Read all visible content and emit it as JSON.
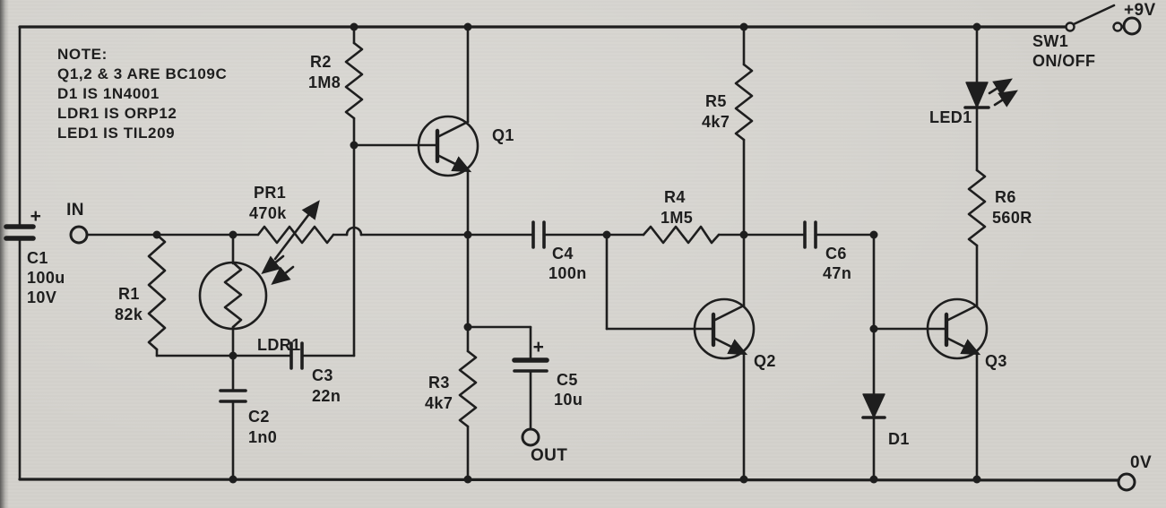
{
  "note": {
    "heading": "NOTE:",
    "lines": [
      "Q1,2 & 3 ARE BC109C",
      "D1 IS 1N4001",
      "LDR1 IS ORP12",
      "LED1 IS TIL209"
    ]
  },
  "rails": {
    "positive": "+9V",
    "ground": "0V"
  },
  "terminals": {
    "input": "IN",
    "output": "OUT"
  },
  "switch": {
    "ref": "SW1",
    "label": "ON/OFF"
  },
  "polarity_mark": "+",
  "components": {
    "c1": {
      "ref": "C1",
      "value": "100u",
      "rating": "10V"
    },
    "r1": {
      "ref": "R1",
      "value": "82k"
    },
    "pr1": {
      "ref": "PR1",
      "value": "470k"
    },
    "ldr1": {
      "ref": "LDR1"
    },
    "c2": {
      "ref": "C2",
      "value": "1n0"
    },
    "c3": {
      "ref": "C3",
      "value": "22n"
    },
    "r2": {
      "ref": "R2",
      "value": "1M8"
    },
    "q1": {
      "ref": "Q1"
    },
    "r3": {
      "ref": "R3",
      "value": "4k7"
    },
    "c4": {
      "ref": "C4",
      "value": "100n"
    },
    "c5": {
      "ref": "C5",
      "value": "10u"
    },
    "r4": {
      "ref": "R4",
      "value": "1M5"
    },
    "r5": {
      "ref": "R5",
      "value": "4k7"
    },
    "q2": {
      "ref": "Q2"
    },
    "c6": {
      "ref": "C6",
      "value": "47n"
    },
    "d1": {
      "ref": "D1"
    },
    "q3": {
      "ref": "Q3"
    },
    "r6": {
      "ref": "R6",
      "value": "560R"
    },
    "led1": {
      "ref": "LED1"
    }
  },
  "colors": {
    "ink": "#1e1e1e",
    "paper": "#d4d2cd"
  }
}
